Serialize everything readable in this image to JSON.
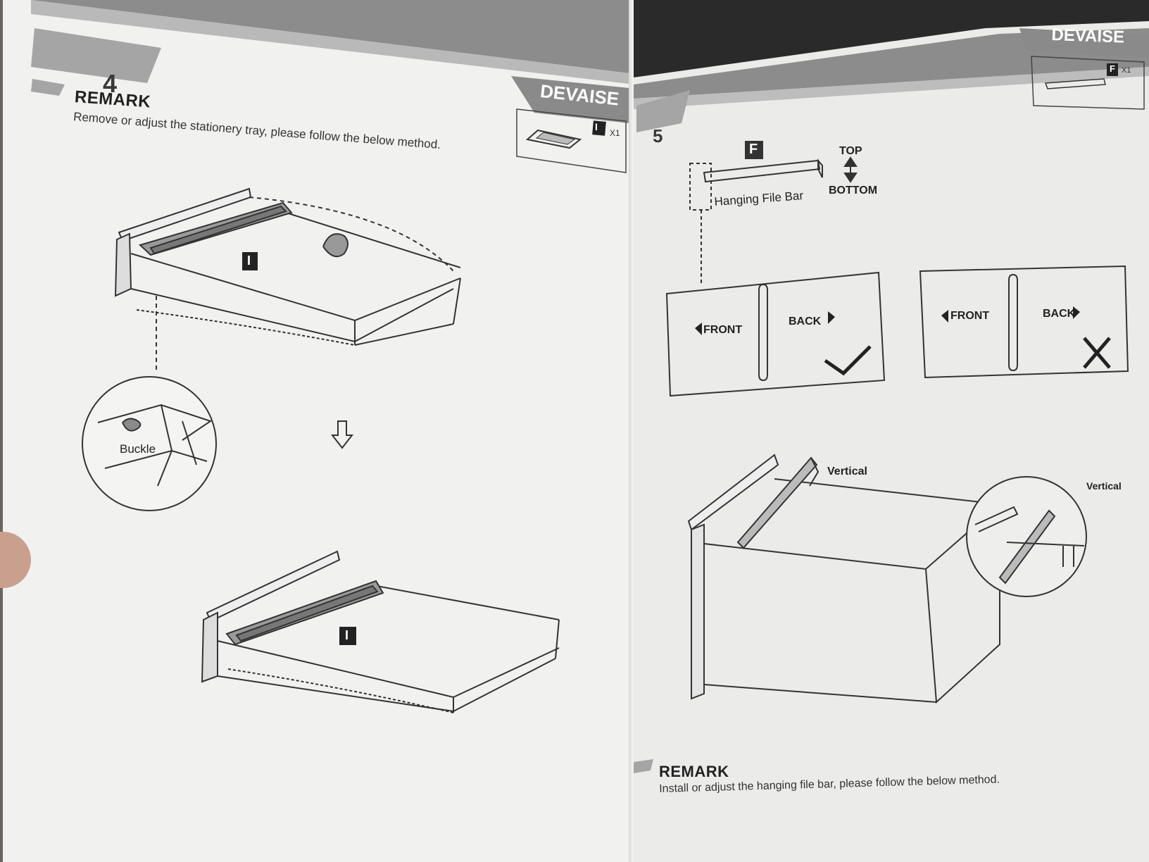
{
  "left_page": {
    "step_number": "4",
    "remark_title": "REMARK",
    "remark_text": "Remove or adjust the stationery tray, please follow the below method.",
    "brand": "DEVAISE",
    "part_letter": "I",
    "part_qty": "X1",
    "tray_part_label": "I",
    "buckle_label": "Buckle"
  },
  "right_page": {
    "step_number": "5",
    "brand": "DEVAISE",
    "part_letter": "F",
    "part_qty": "X1",
    "file_bar_letter": "F",
    "file_bar_label": "Hanging File Bar",
    "top_label": "TOP",
    "bottom_label": "BOTTOM",
    "correct_panel": {
      "front": "FRONT",
      "back": "BACK"
    },
    "wrong_panel": {
      "front": "FRONT",
      "back": "BACK"
    },
    "vertical_label": "Vertical",
    "vertical_detail_label": "Vertical",
    "remark_title": "REMARK",
    "remark_text": "Install or adjust the hanging file bar, please follow the below method."
  }
}
